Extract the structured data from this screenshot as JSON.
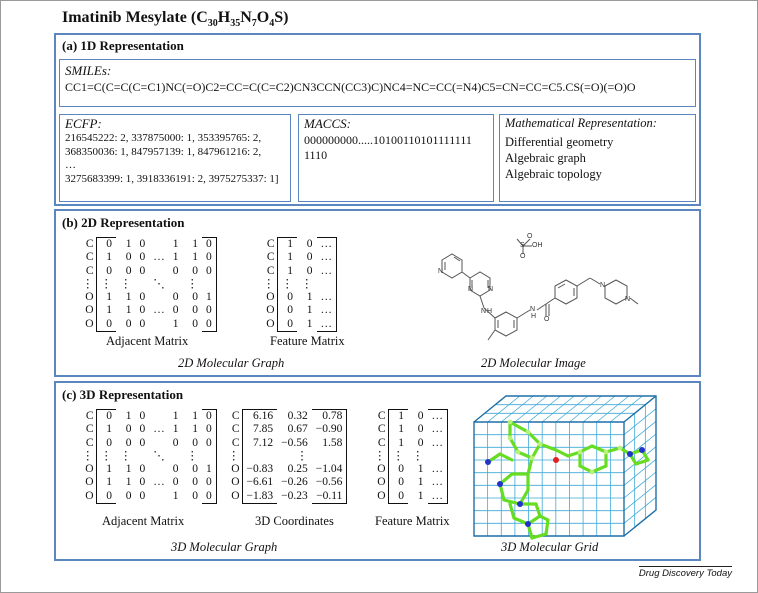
{
  "title": {
    "name": "Imatinib Mesylate",
    "formula_parts": [
      "C",
      "30",
      "H",
      "35",
      "N",
      "7",
      "O",
      "4",
      "S"
    ]
  },
  "panel_1d": {
    "title": "(a) 1D Representation",
    "smiles_label": "SMILEs:",
    "smiles": "CC1=C(C=C(C=C1)NC(=O)C2=CC=C(C=C2)CN3CCN(CC3)C)NC4=NC=CC(=N4)C5=CN=CC=C5.CS(=O)(=O)O",
    "ecfp_label": "ECFP:",
    "ecfp_lines": [
      "216545222: 2, 337875000: 1, 353395765: 2,",
      "368350036: 1, 847957139: 1, 847961216: 2,",
      "…",
      "3275683399: 1, 3918336191: 2, 3975275337: 1]"
    ],
    "maccs_label": "MACCS:",
    "maccs_lines": [
      "000000000.....10100110101111111",
      "1110"
    ],
    "math_label": "Mathematical Representation:",
    "math_items": [
      "Differential geometry",
      "Algebraic graph",
      "Algebraic topology"
    ]
  },
  "panel_2d": {
    "title": "(b) 2D Representation",
    "adj_caption": "Adjacent Matrix",
    "feat_caption": "Feature Matrix",
    "graph_caption": "2D Molecular Graph",
    "image_caption": "2D Molecular Image",
    "row_labels": [
      "C",
      "C",
      "C",
      "⋮",
      "O",
      "O",
      "O"
    ],
    "adj_rows": [
      [
        "0",
        "1",
        "0",
        "",
        "1",
        "1",
        "0"
      ],
      [
        "1",
        "0",
        "0",
        "…",
        "1",
        "1",
        "0"
      ],
      [
        "0",
        "0",
        "0",
        "",
        "0",
        "0",
        "0"
      ],
      [
        "⋮",
        "⋮",
        "",
        "⋱",
        "",
        "⋮",
        ""
      ],
      [
        "1",
        "1",
        "0",
        "",
        "0",
        "0",
        "1"
      ],
      [
        "1",
        "1",
        "0",
        "…",
        "0",
        "0",
        "0"
      ],
      [
        "0",
        "0",
        "0",
        "",
        "1",
        "0",
        "0"
      ]
    ],
    "feat_rows": [
      [
        "1",
        "0",
        "…"
      ],
      [
        "1",
        "0",
        "…"
      ],
      [
        "1",
        "0",
        "…"
      ],
      [
        "⋮",
        "⋮",
        ""
      ],
      [
        "0",
        "1",
        "…"
      ],
      [
        "0",
        "1",
        "…"
      ],
      [
        "0",
        "1",
        "…"
      ]
    ],
    "mol_labels": {
      "n1": "N",
      "n2": "N",
      "n3": "N",
      "nh1": "N",
      "h1": "H",
      "nh2": "N",
      "h2": "H",
      "o1": "O",
      "n4": "N",
      "n5": "N",
      "s": "S",
      "so1": "O",
      "so2": "O",
      "oh": "OH"
    }
  },
  "panel_3d": {
    "title": "(c) 3D Representation",
    "adj_caption": "Adjacent Matrix",
    "coord_caption": "3D Coordinates",
    "feat_caption": "Feature Matrix",
    "graph_caption": "3D Molecular Graph",
    "grid_caption": "3D Molecular Grid",
    "row_labels": [
      "C",
      "C",
      "C",
      "⋮",
      "O",
      "O",
      "O"
    ],
    "adj_rows": [
      [
        "0",
        "1",
        "0",
        "",
        "1",
        "1",
        "0"
      ],
      [
        "1",
        "0",
        "0",
        "…",
        "1",
        "1",
        "0"
      ],
      [
        "0",
        "0",
        "0",
        "",
        "0",
        "0",
        "0"
      ],
      [
        "⋮",
        "⋮",
        "",
        "⋱",
        "",
        "⋮",
        ""
      ],
      [
        "1",
        "1",
        "0",
        "",
        "0",
        "0",
        "1"
      ],
      [
        "1",
        "1",
        "0",
        "…",
        "0",
        "0",
        "0"
      ],
      [
        "0",
        "0",
        "0",
        "",
        "1",
        "0",
        "0"
      ]
    ],
    "coord_rows": [
      [
        "6.16",
        "0.32",
        "0.78"
      ],
      [
        "7.85",
        "0.67",
        "−0.90"
      ],
      [
        "7.12",
        "−0.56",
        "1.58"
      ],
      [
        "",
        "⋮",
        ""
      ],
      [
        "−0.83",
        "0.25",
        "−1.04"
      ],
      [
        "−6.61",
        "−0.26",
        "−0.56"
      ],
      [
        "−1.83",
        "−0.23",
        "−0.11"
      ]
    ],
    "feat_rows": [
      [
        "1",
        "0",
        "…"
      ],
      [
        "1",
        "0",
        "…"
      ],
      [
        "1",
        "0",
        "…"
      ],
      [
        "⋮",
        "⋮",
        ""
      ],
      [
        "0",
        "1",
        "…"
      ],
      [
        "0",
        "1",
        "…"
      ],
      [
        "0",
        "1",
        "…"
      ]
    ]
  },
  "footer": "Drug Discovery Today",
  "colors": {
    "panel_border": "#5b86c0",
    "grid_line": "#3fa9d8",
    "grid_edge": "#1f6fa8",
    "molecule": "#66dd22",
    "nitrogen": "#2233cc",
    "oxygen": "#dd2222"
  }
}
